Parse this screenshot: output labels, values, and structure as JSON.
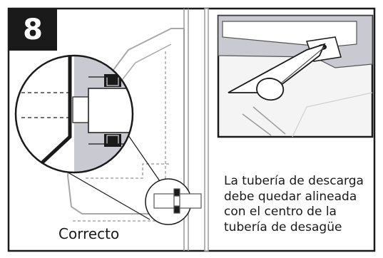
{
  "step": {
    "number": "8"
  },
  "left_panel": {
    "caption": "Correcto"
  },
  "right_panel": {
    "instruction_lines": [
      "La tubería de descarga",
      "debe quedar alineada",
      "con el centro de la",
      "tubería de desagüe"
    ]
  },
  "colors": {
    "ink": "#1a1a1a",
    "shade": "#c9c9d2",
    "outline": "#9a9a9a",
    "background": "#ffffff"
  }
}
